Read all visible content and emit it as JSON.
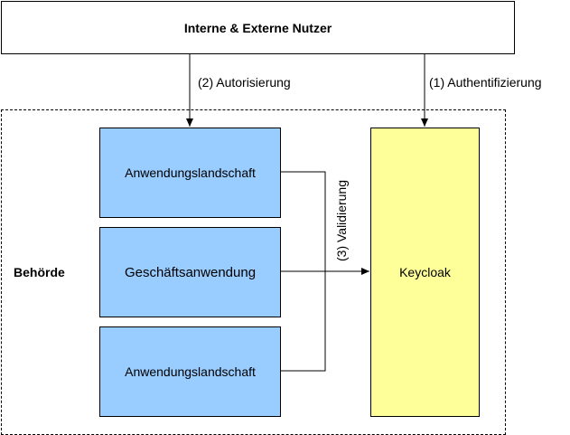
{
  "diagram": {
    "users": "Interne & Externe Nutzer",
    "authority": "Behörde",
    "applications": [
      "Anwendungslandschaft",
      "Geschäftsanwendung",
      "Anwendungslandschaft"
    ],
    "keycloak": "Keycloak",
    "edges": {
      "authentication": "(1) Authentifizierung",
      "authorization": "(2) Autorisierung",
      "validation": "(3) Validierung"
    },
    "colors": {
      "application_fill": "#99ccff",
      "keycloak_fill": "#ffff99",
      "stroke": "#000000"
    }
  }
}
